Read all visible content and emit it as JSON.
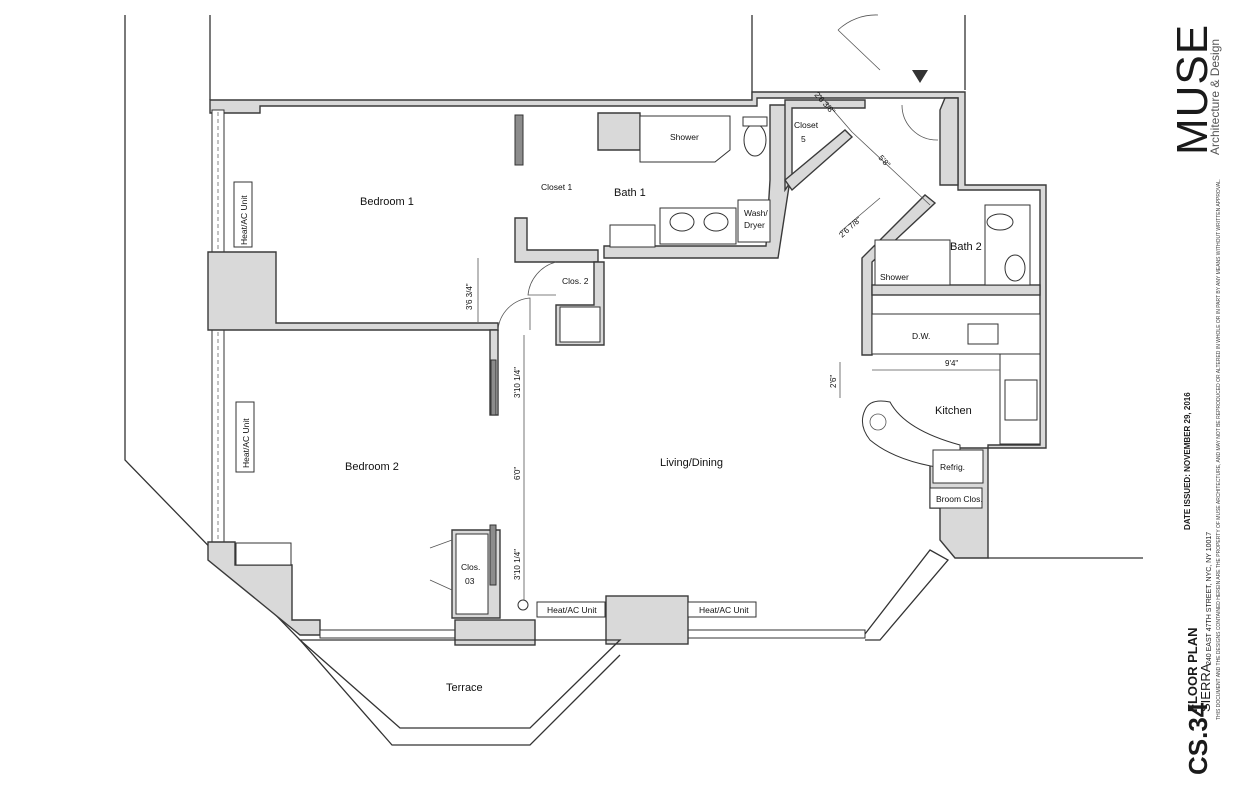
{
  "rooms": {
    "bedroom1": "Bedroom 1",
    "bedroom2": "Bedroom 2",
    "closet1": "Closet 1",
    "bath1": "Bath 1",
    "shower1": "Shower",
    "wash_dryer_1": "Wash/",
    "wash_dryer_2": "Dryer",
    "clos2": "Clos. 2",
    "closet5_1": "Closet",
    "closet5_2": "5",
    "bath2": "Bath 2",
    "shower2": "Shower",
    "dw": "D.W.",
    "kitchen": "Kitchen",
    "refrig": "Refrig.",
    "broom": "Broom Clos.",
    "living": "Living/Dining",
    "clos03_1": "Clos.",
    "clos03_2": "03",
    "terrace": "Terrace",
    "heat_ac_1": "Heat/AC Unit",
    "heat_ac_2": "Heat/AC Unit",
    "heat_ac_3": "Heat/AC Unit",
    "heat_ac_4": "Heat/AC Unit"
  },
  "dimensions": {
    "d1": "3'6 3/4\"",
    "d2": "3'10 1/4\"",
    "d3": "6'0\"",
    "d4": "3'10 1/4\"",
    "d5": "2'6 3/8\"",
    "d6": "5'8\"",
    "d7": "2'6 7/8\"",
    "d8": "9'4\"",
    "d9": "2'6\""
  },
  "sidebar": {
    "brand": "MUSE",
    "brand_sub": "Architecture & Design",
    "plan_code": "CS.34",
    "plan_title": "FLOOR PLAN",
    "project": "SIERRA",
    "address": "240 EAST 47TH STREET, NYC, NY 10017",
    "date": "DATE ISSUED: NOVEMBER 29, 2016",
    "notice": "THIS DOCUMENT AND THE DESIGNS CONTAINED HEREIN ARE THE PROPERTY OF MUSE ARCHITECTURE, AND MAY NOT BE REPRODUCED OR ALTERED IN WHOLE OR IN PART BY ANY MEANS WITHOUT WRITTEN APPROVAL."
  }
}
